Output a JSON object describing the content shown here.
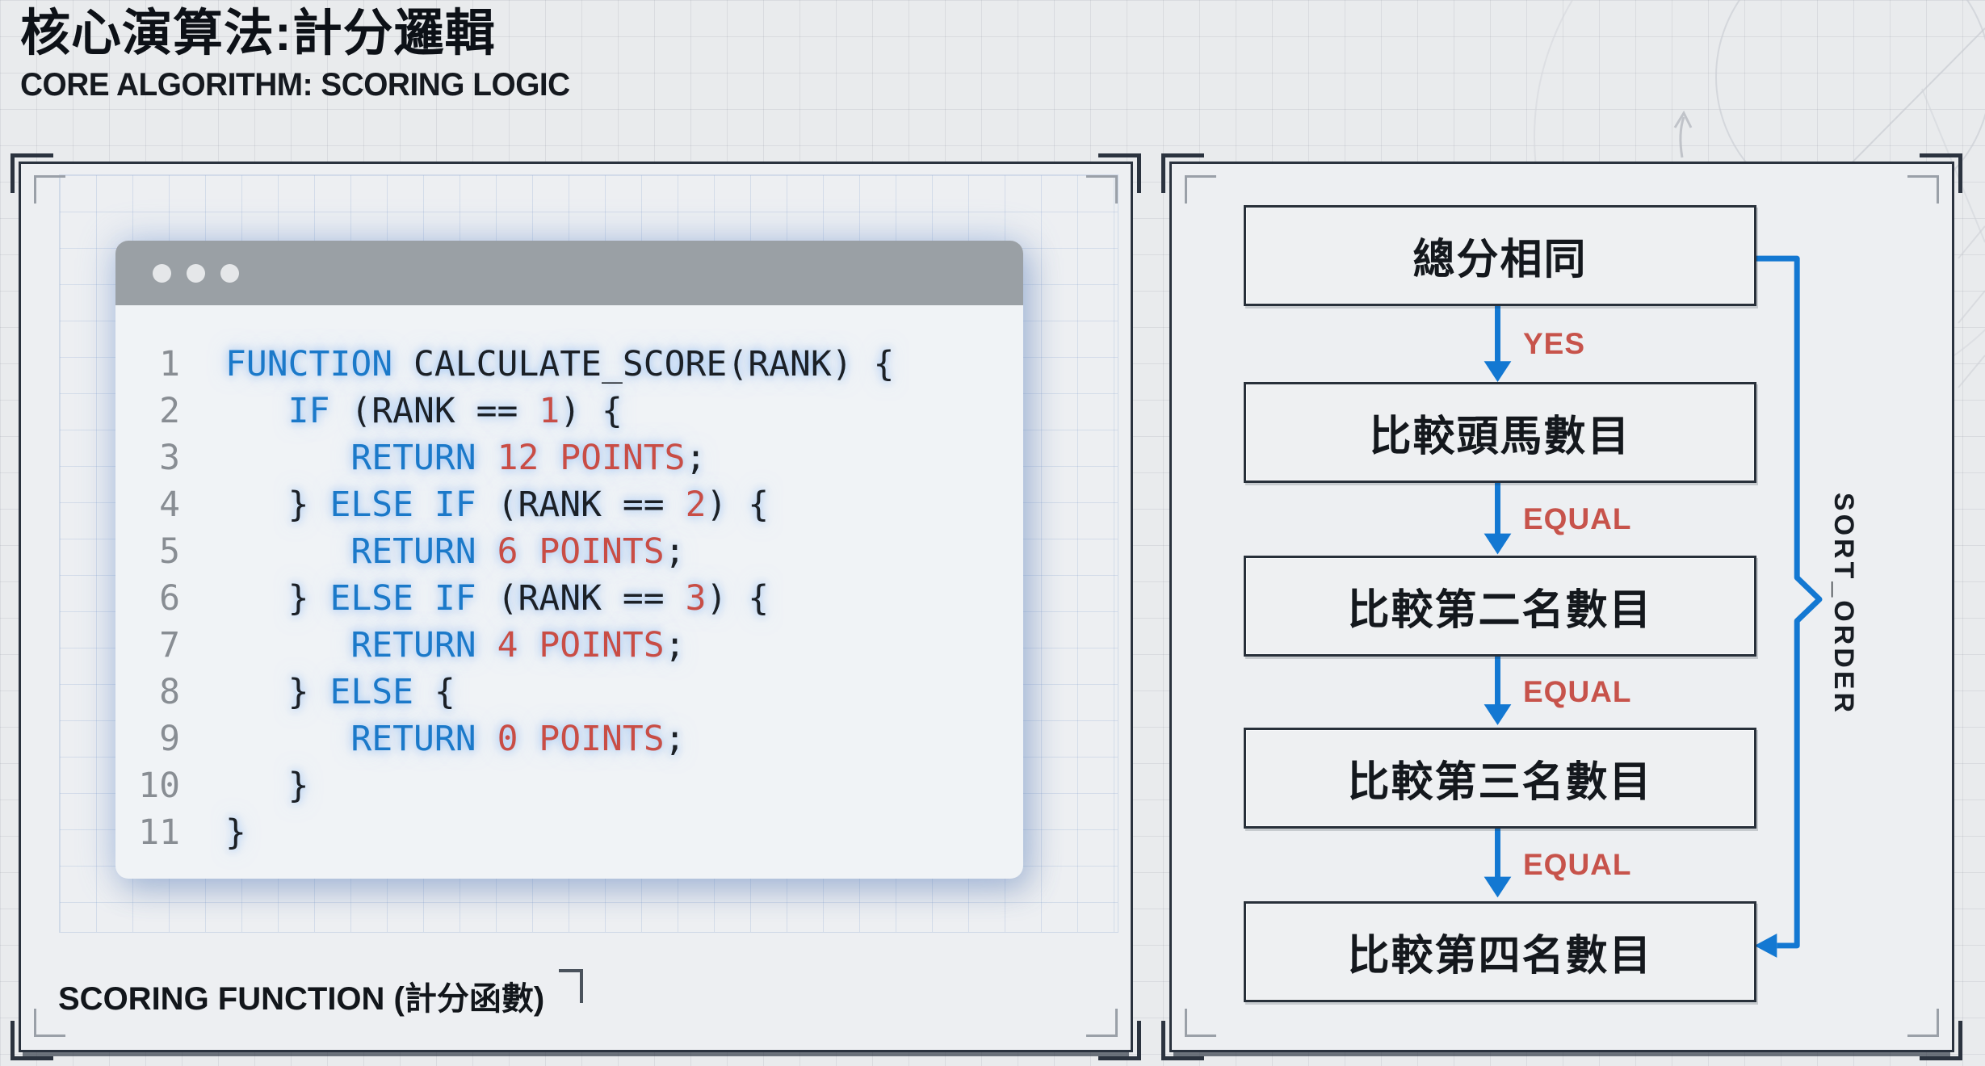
{
  "header": {
    "title_zh": "核心演算法:計分邏輯",
    "title_en": "CORE ALGORITHM: SCORING LOGIC"
  },
  "code_panel": {
    "caption": "SCORING FUNCTION (計分函數)",
    "window": {
      "lines": [
        {
          "num": "1",
          "tokens": [
            [
              "kw",
              "FUNCTION"
            ],
            [
              "pl",
              " CALCULATE_SCORE(RANK) {"
            ]
          ]
        },
        {
          "num": "2",
          "tokens": [
            [
              "pl",
              "   "
            ],
            [
              "kw",
              "IF"
            ],
            [
              "pl",
              " (RANK == "
            ],
            [
              "num",
              "1"
            ],
            [
              "pl",
              ") {"
            ]
          ]
        },
        {
          "num": "3",
          "tokens": [
            [
              "pl",
              "      "
            ],
            [
              "kw",
              "RETURN"
            ],
            [
              "pl",
              " "
            ],
            [
              "num",
              "12 POINTS"
            ],
            [
              "pl",
              ";"
            ]
          ]
        },
        {
          "num": "4",
          "tokens": [
            [
              "pl",
              "   } "
            ],
            [
              "kw",
              "ELSE"
            ],
            [
              "pl",
              " "
            ],
            [
              "kw",
              "IF"
            ],
            [
              "pl",
              " (RANK == "
            ],
            [
              "num",
              "2"
            ],
            [
              "pl",
              ") {"
            ]
          ]
        },
        {
          "num": "5",
          "tokens": [
            [
              "pl",
              "      "
            ],
            [
              "kw",
              "RETURN"
            ],
            [
              "pl",
              " "
            ],
            [
              "num",
              "6 POINTS"
            ],
            [
              "pl",
              ";"
            ]
          ]
        },
        {
          "num": "6",
          "tokens": [
            [
              "pl",
              "   } "
            ],
            [
              "kw",
              "ELSE"
            ],
            [
              "pl",
              " "
            ],
            [
              "kw",
              "IF"
            ],
            [
              "pl",
              " (RANK == "
            ],
            [
              "num",
              "3"
            ],
            [
              "pl",
              ") {"
            ]
          ]
        },
        {
          "num": "7",
          "tokens": [
            [
              "pl",
              "      "
            ],
            [
              "kw",
              "RETURN"
            ],
            [
              "pl",
              " "
            ],
            [
              "num",
              "4 POINTS"
            ],
            [
              "pl",
              ";"
            ]
          ]
        },
        {
          "num": "8",
          "tokens": [
            [
              "pl",
              "   } "
            ],
            [
              "kw",
              "ELSE"
            ],
            [
              "pl",
              " {"
            ]
          ]
        },
        {
          "num": "9",
          "tokens": [
            [
              "pl",
              "      "
            ],
            [
              "kw",
              "RETURN"
            ],
            [
              "pl",
              " "
            ],
            [
              "num",
              "0 POINTS"
            ],
            [
              "pl",
              ";"
            ]
          ]
        },
        {
          "num": "10",
          "tokens": [
            [
              "pl",
              "   }"
            ]
          ]
        },
        {
          "num": "11",
          "tokens": [
            [
              "pl",
              "}"
            ]
          ]
        }
      ]
    }
  },
  "flow_panel": {
    "boxes": [
      "總分相同",
      "比較頭馬數目",
      "比較第二名數目",
      "比較第三名數目",
      "比較第四名數目"
    ],
    "edge_labels": [
      "YES",
      "EQUAL",
      "EQUAL",
      "EQUAL"
    ],
    "side_label": "SORT_ORDER"
  },
  "colors": {
    "arrow_blue": "#1378d2",
    "label_red": "#c7534b",
    "keyword_blue": "#1b79c9",
    "number_red": "#c94d45",
    "panel_border": "#2a323e",
    "titlebar_gray": "#9aa0a5"
  }
}
